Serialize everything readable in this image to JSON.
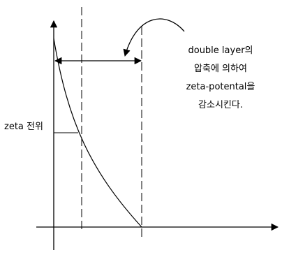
{
  "annotation": {
    "lines": [
      "double layer의",
      "압축에 의하여",
      "zeta-potental을",
      "감소시킨다."
    ]
  },
  "zeta_label": "zeta 전위",
  "colors": {
    "ink": "#000000",
    "background": "#ffffff"
  }
}
